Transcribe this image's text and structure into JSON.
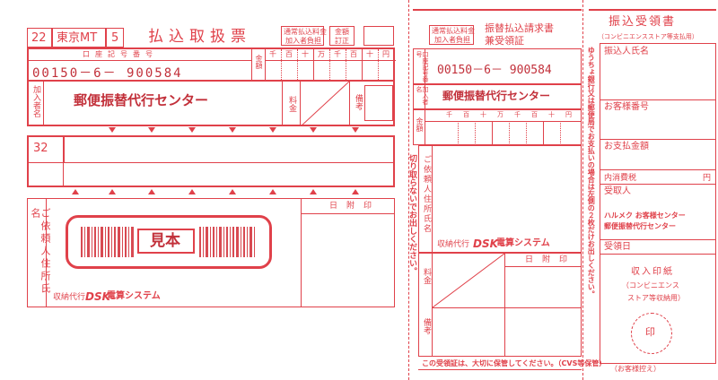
{
  "left": {
    "code_22": "22",
    "dest": "東京MT",
    "code_5": "5",
    "title": "払込取扱票",
    "fee_note_line1": "通常払込料金",
    "fee_note_line2": "加入者負担",
    "amount_correct": "金額",
    "amount_correct2": "訂正",
    "account_label": "口座記号番号",
    "account_no": "00150－6－ 900584",
    "amount_label": "金額",
    "units": [
      "千",
      "百",
      "十",
      "万",
      "千",
      "百",
      "十",
      "円"
    ],
    "subscriber_label": "加入者名",
    "subscriber": "郵便振替代行センター",
    "fee_label": "料金",
    "remarks_label": "備考",
    "row_32": "32",
    "requester_label": "ご依頼人住所氏名",
    "date_stamp_label": "日附印",
    "sample": "見本",
    "agent": "収納代行",
    "dsk": "DSK",
    "dsk_name": "電算システム"
  },
  "middle": {
    "fee_note_line1": "通常払込料金",
    "fee_note_line2": "加入者負担",
    "title_line1": "振替払込請求書",
    "title_line2": "兼受領証",
    "account_label": "口座記号番号",
    "account_no": "00150－6－ 900584",
    "subscriber_label": "加入者名",
    "subscriber": "郵便振替代行センター",
    "amount_label": "金額",
    "units": [
      "千",
      "百",
      "十",
      "万",
      "千",
      "百",
      "十",
      "円"
    ],
    "requester_label": "ご依頼人住所氏名",
    "agent": "収納代行",
    "dsk": "DSK",
    "dsk_name": "電算システム",
    "fee_label": "料金",
    "date_stamp_label": "日附印",
    "remarks_label": "備考",
    "cut_warning": "切り取らないでお出しください。",
    "keep_note": "この受領証は、大切に保管してください。（CVS等保管）"
  },
  "right": {
    "title": "振込受領書",
    "subtitle": "（コンビニエンスストア等支払用）",
    "side_note": "ゆうちょ銀行又は郵便局でお支払いの場合は左側の２枚だけお出しください。",
    "payee_label": "振込人氏名",
    "customer_no_label": "お客様番号",
    "pay_amount_label": "お支払金額",
    "tax_label": "内消費税",
    "yen": "円",
    "receiver_label": "受取人",
    "receiver_line1": "ハルメク お客様センター",
    "receiver_line2": "郵便振替代行センター",
    "receipt_date_label": "受領日",
    "stamp_title": "収入印紙",
    "stamp_note1": "（コンビニエンス",
    "stamp_note2": "ストア等収納用）",
    "seal": "印",
    "customer_keep": "（お客様控え）"
  },
  "colors": {
    "ink": "#e0414a",
    "dark": "#c2303a",
    "barcode": "#d84a52"
  }
}
